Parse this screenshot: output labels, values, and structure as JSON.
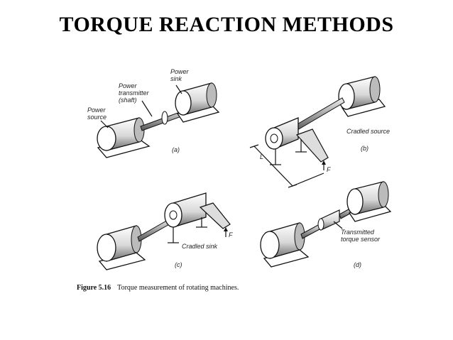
{
  "title": "TORQUE REACTION METHODS",
  "panels": {
    "a": {
      "tag": "(a)",
      "power_source": [
        "Power",
        "source"
      ],
      "power_transmitter": [
        "Power",
        "transmitter",
        "(shaft)"
      ],
      "power_sink": [
        "Power",
        "sink"
      ]
    },
    "b": {
      "tag": "(b)",
      "label": "Cradled source",
      "length": "L",
      "force": "F"
    },
    "c": {
      "tag": "(c)",
      "label": "Cradled sink",
      "force": "F"
    },
    "d": {
      "tag": "(d)",
      "label": [
        "Transmitted",
        "torque sensor"
      ]
    }
  },
  "caption": {
    "number": "Figure 5.16",
    "text": "Torque measurement of rotating machines."
  }
}
